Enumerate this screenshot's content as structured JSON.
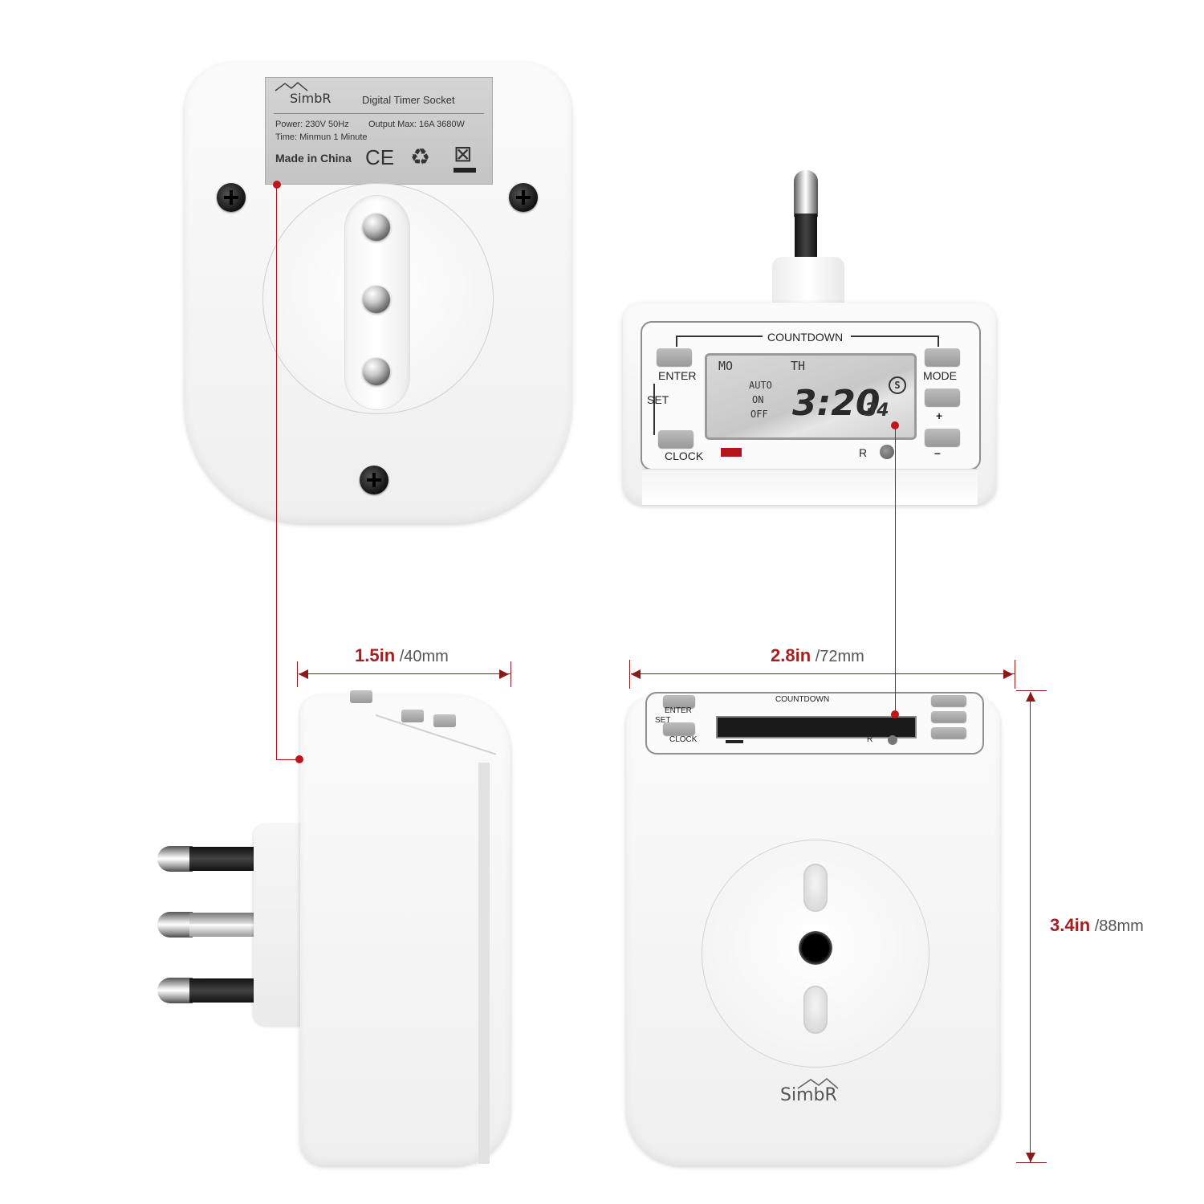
{
  "label": {
    "brand": "SimbR",
    "product": "Digital Timer Socket",
    "power": "Power: 230V  50Hz",
    "output": "Output Max: 16A  3680W",
    "time": "Time: Minmun 1 Minute",
    "origin": "Made in China",
    "ce_mark": "CE",
    "recycle_symbol": "♻",
    "weee_symbol": "⊠"
  },
  "panel": {
    "countdown": "COUNTDOWN",
    "enter": "ENTER",
    "set": "SET",
    "clock": "CLOCK",
    "mode": "MODE",
    "plus": "+",
    "minus": "–",
    "reset": "R"
  },
  "lcd": {
    "day1": "MO",
    "day2": "TH",
    "auto": "AUTO",
    "on": "ON",
    "off": "OFF",
    "time": "3:20",
    "seconds": "34",
    "indicator": "S"
  },
  "side_panel": {
    "countdown": "COUNTDOWN",
    "enter": "ENTER",
    "set": "SET",
    "clock": "CLOCK",
    "reset": "R"
  },
  "socket_brand": "SimbR",
  "dimensions": {
    "depth_value": "1.5in",
    "depth_metric": "/40mm",
    "width_value": "2.8in",
    "width_metric": "/72mm",
    "height_value": "3.4in",
    "height_metric": "/88mm"
  },
  "colors": {
    "accent": "#a51e22",
    "led": "#b4141a"
  }
}
